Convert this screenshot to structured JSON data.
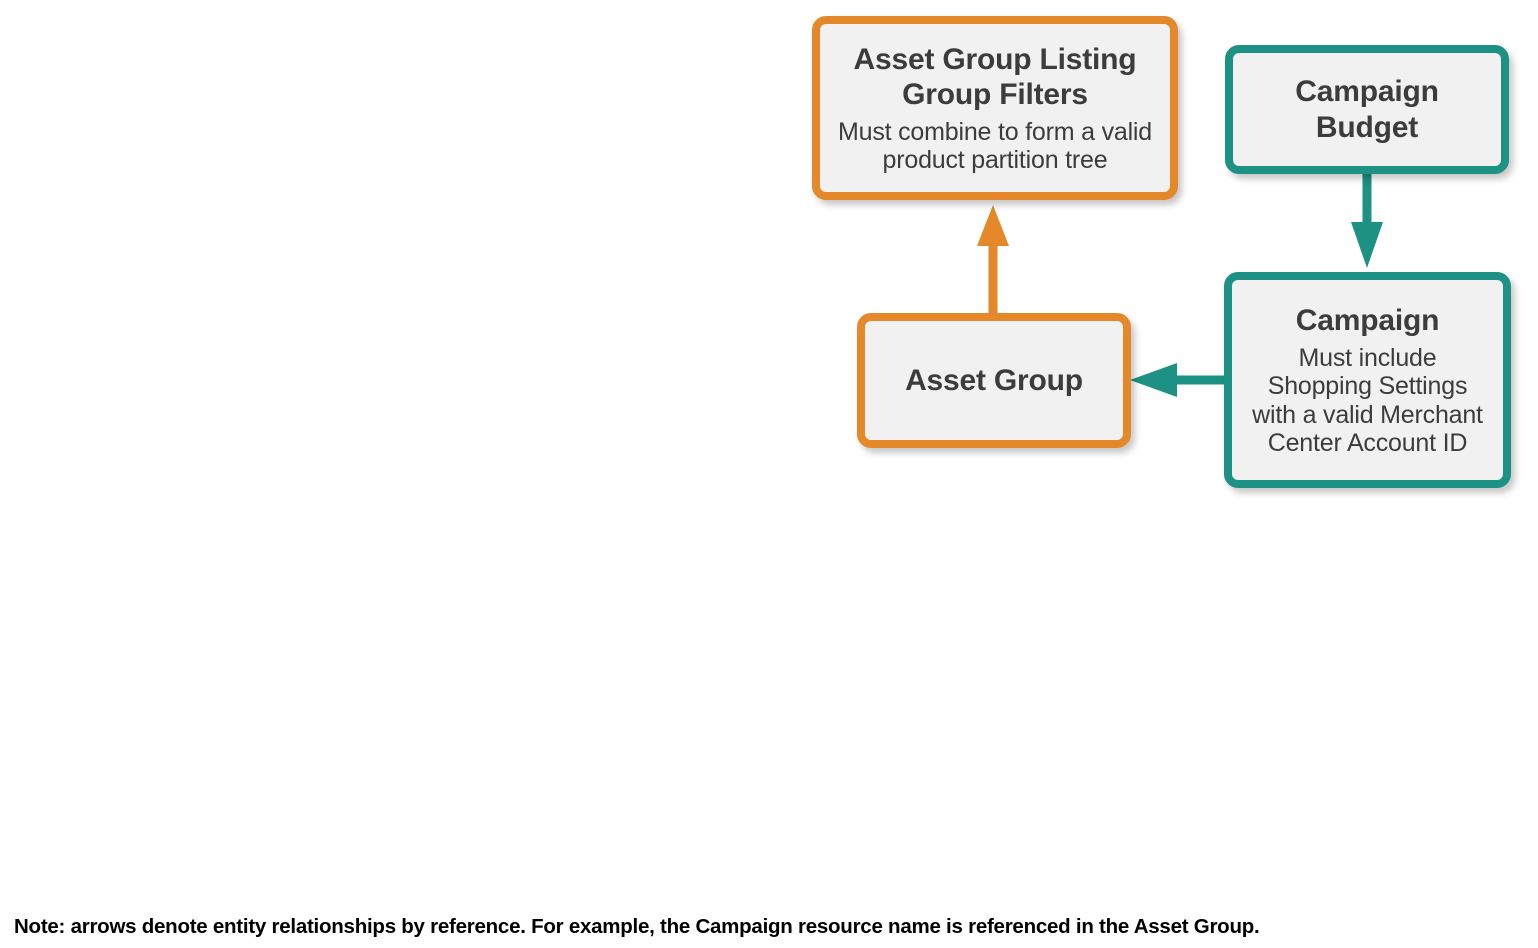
{
  "diagram": {
    "type": "entity-relationship-flow",
    "background": "#ffffff",
    "palette": {
      "orange": "#e4882a",
      "teal": "#1d9183",
      "node_fill": "#f1f1f1",
      "text": "#3c3c3c",
      "note_text": "#000000"
    },
    "nodes": [
      {
        "id": "asset-group-listing-group-filters",
        "title": "Asset Group Listing\nGroup Filters",
        "title_lines": [
          "Asset Group Listing",
          "Group Filters"
        ],
        "subtitle": "Must combine to form a valid product partition tree",
        "subtitle_lines": [
          "Must combine to form a valid",
          "product partition tree"
        ],
        "color": "orange"
      },
      {
        "id": "campaign-budget",
        "title": "Campaign\nBudget",
        "title_lines": [
          "Campaign",
          "Budget"
        ],
        "subtitle": "",
        "color": "teal"
      },
      {
        "id": "asset-group",
        "title": "Asset Group",
        "title_lines": [
          "Asset Group"
        ],
        "subtitle": "",
        "color": "orange"
      },
      {
        "id": "campaign",
        "title": "Campaign",
        "title_lines": [
          "Campaign"
        ],
        "subtitle": "Must include Shopping Settings with a valid Merchant Center Account ID",
        "subtitle_lines": [
          "Must include",
          "Shopping Settings",
          "with a valid Merchant",
          "Center Account ID"
        ],
        "color": "teal"
      }
    ],
    "edges": [
      {
        "id": "asset-group-to-filters",
        "from": "asset-group",
        "to": "asset-group-listing-group-filters",
        "direction": "up",
        "color": "orange"
      },
      {
        "id": "campaign-budget-to-campaign",
        "from": "campaign-budget",
        "to": "campaign",
        "direction": "down",
        "color": "teal"
      },
      {
        "id": "campaign-to-asset-group",
        "from": "campaign",
        "to": "asset-group",
        "direction": "left",
        "color": "teal"
      }
    ]
  },
  "note": {
    "text": "Note: arrows denote entity relationships by reference. For example, the Campaign resource name is referenced in the Asset Group."
  }
}
